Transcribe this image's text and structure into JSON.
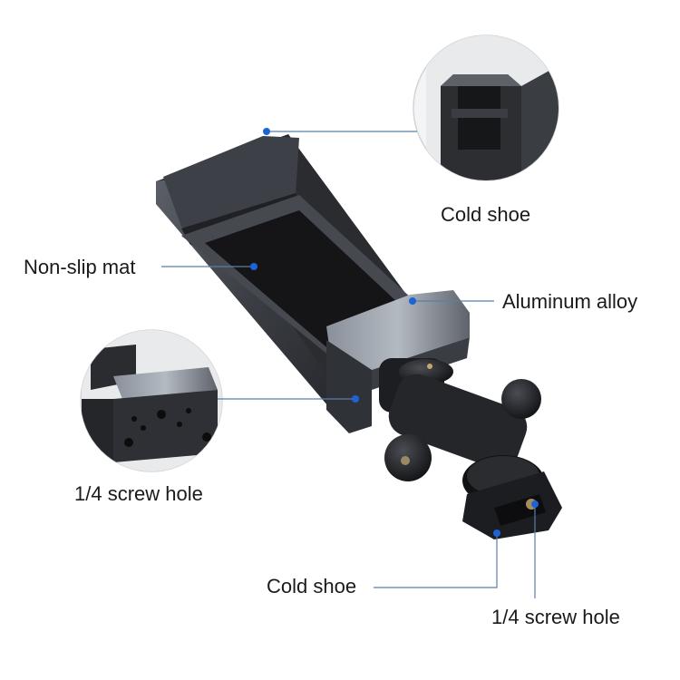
{
  "labels": {
    "cold_shoe_top": "Cold shoe",
    "non_slip_mat": "Non-slip mat",
    "aluminum_alloy": "Aluminum alloy",
    "screw_hole_left": "1/4 screw hole",
    "cold_shoe_bottom": "Cold shoe",
    "screw_hole_bottom": "1/4 screw hole"
  },
  "colors": {
    "callout_line": "#5a7fa8",
    "callout_dot": "#1e63d6",
    "body_dark": "#2b2d31",
    "body_metal": "#6d737b",
    "mat": "#1c1c1e"
  }
}
